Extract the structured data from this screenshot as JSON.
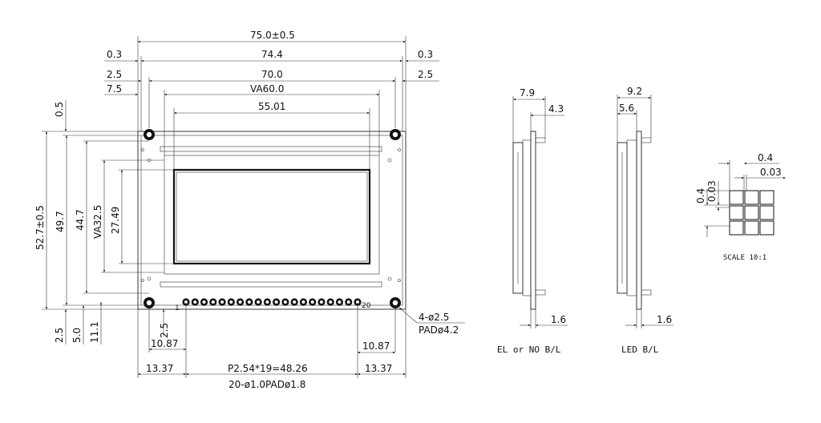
{
  "top_dims": {
    "overall": "75.0±0.5",
    "pcb": "74.4",
    "holes": "70.0",
    "va": "VA60.0",
    "aa": "55.01",
    "left_0_3": "0.3",
    "left_2_5": "2.5",
    "left_7_5": "7.5",
    "right_0_3": "0.3",
    "right_2_5": "2.5"
  },
  "left_dims": {
    "top_0_5": "0.5",
    "overall": "52.7±0.5",
    "pcb": "49.7",
    "holes": "44.7",
    "va": "VA32.5",
    "aa": "27.49"
  },
  "bottom_dims": {
    "d_2_5_a": "2.5",
    "d_5_0": "5.0",
    "d_11_1": "11.1",
    "d_2_5_b": "2.5",
    "d_10_87_left": "10.87",
    "d_10_87_right": "10.87",
    "d_13_37_left": "13.37",
    "d_13_37_right": "13.37",
    "pitch": "P2.54*19=48.26",
    "pads": "20-ø1.0PADø1.8"
  },
  "pins": {
    "first": "1",
    "last": "20",
    "count": 20
  },
  "mount": {
    "holes": "4-ø2.5",
    "pad": "PADø4.2"
  },
  "side_el": {
    "w_7_9": "7.9",
    "w_4_3": "4.3",
    "t_1_6": "1.6",
    "caption": "EL or NO B/L"
  },
  "side_led": {
    "w_9_2": "9.2",
    "w_5_6": "5.6",
    "t_1_6": "1.6",
    "caption": "LED B/L"
  },
  "dot_detail": {
    "w_0_4": "0.4",
    "w_0_03": "0.03",
    "h_0_4": "0.4",
    "h_0_03": "0.03",
    "scale": "SCALE 10:1"
  }
}
